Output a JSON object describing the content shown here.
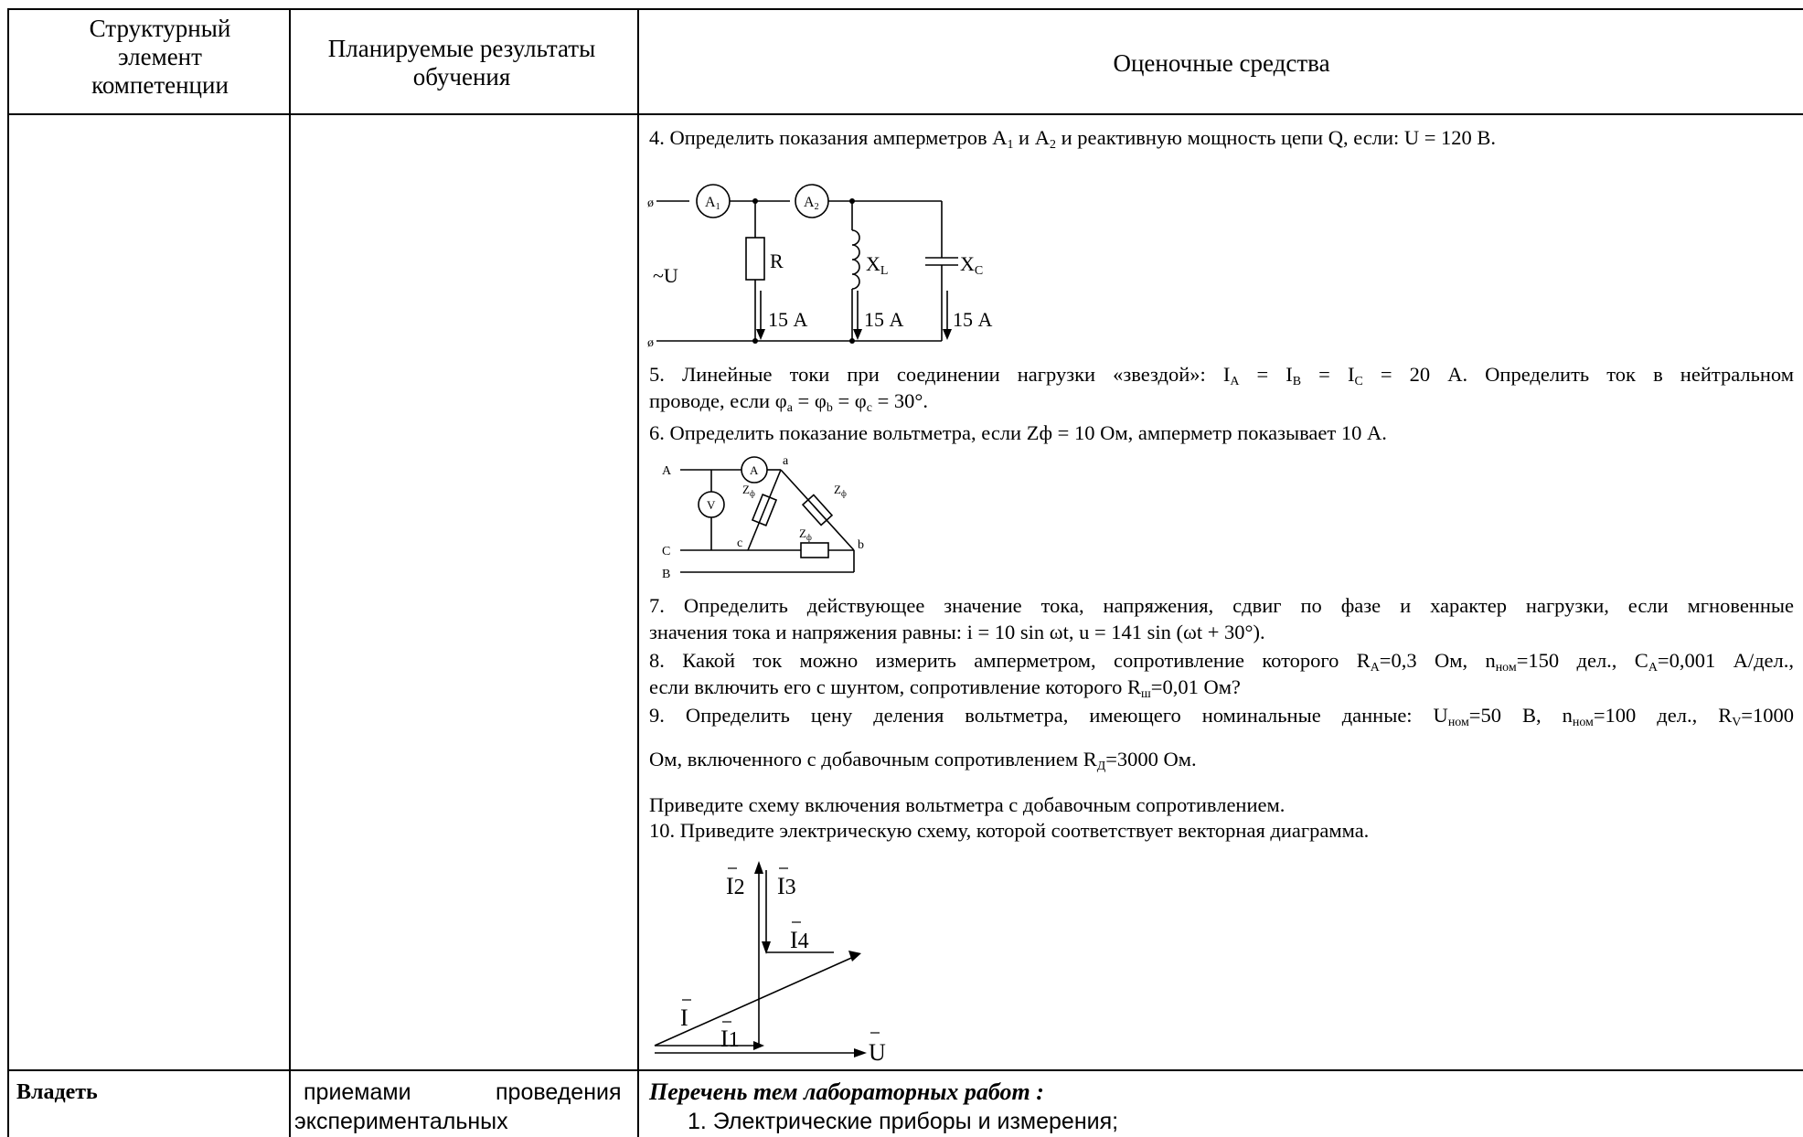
{
  "header": {
    "col1": "Структурный элемент компетенции",
    "col2": "Планируемые результаты обучения",
    "col3": "Оценочные средства"
  },
  "questions": {
    "q4": {
      "text_a": "4. Определить показания амперметров A",
      "text_b": " и A",
      "text_c": " и реактивную мощность цепи Q, если: U = 120 В.",
      "sub1": "1",
      "sub2": "2"
    },
    "circuit1": {
      "a1": "A",
      "a1sub": "1",
      "a2": "A",
      "a2sub": "2",
      "u": "~U",
      "r": "R",
      "xl": "X",
      "xl_sub": "L",
      "xc": "X",
      "xc_sub": "C",
      "i1": "15 А",
      "i2": "15 А",
      "i3": "15 А",
      "terminal": "ø"
    },
    "q5": {
      "line1_a": "5. Линейные токи при соединении нагрузки «звездой»: I",
      "line1_b": " = I",
      "line1_c": " = I",
      "line1_d": " = 20 А. Определить ток в нейтральном",
      "sa": "A",
      "sb": "B",
      "sc": "C",
      "line2_a": "проводе, если φ",
      "line2_b": " = φ",
      "line2_c": " = φ",
      "line2_d": " = 30°.",
      "pa": "a",
      "pb": "b",
      "pc": "c"
    },
    "q6": {
      "a": "6. Определить показание вольтметра, если Zф = 10 Ом, амперметр показывает 10 А."
    },
    "circuit2": {
      "A": "A",
      "B": "B",
      "C": "C",
      "a": "a",
      "b": "b",
      "c": "c",
      "V": "V",
      "Am": "A",
      "Z": "Z",
      "Zsub": "ф"
    },
    "q7": {
      "line1": "7. Определить действующее значение тока, напряжения, сдвиг по фазе и характер нагрузки, если мгновенные",
      "line2": "значения тока и напряжения равны: i = 10 sin ωt, u = 141 sin (ωt + 30°)."
    },
    "q8": {
      "line1_a": "8. Какой ток можно измерить амперметром, сопротивление которого R",
      "ra": "A",
      "line1_b": "=0,3 Ом, n",
      "nom": "ном",
      "line1_c": "=150 дел., C",
      "ca": "A",
      "line1_d": "=0,001 А/дел.,",
      "line2_a": "если включить его с шунтом, сопротивление которого R",
      "rsh": "ш",
      "line2_b": "=0,01 Ом?"
    },
    "q9": {
      "line1_a": "9. Определить цену деления вольтметра, имеющего номинальные данные: U",
      "nom1": "ном",
      "line1_b": "=50 В, n",
      "nom2": "ном",
      "line1_c": "=100 дел., R",
      "rv": "V",
      "line1_d": "=1000",
      "line2_a": "Ом, включенного с добавочным сопротивлением R",
      "rd": "Д",
      "line2_b": "=3000 Ом.",
      "line3": "Приведите схему включения вольтметра с добавочным сопротивлением."
    },
    "q10": {
      "a": "10. Приведите электрическую схему, которой соответствует векторная диаграмма."
    },
    "vector": {
      "i2": "I",
      "i2sub": "2",
      "i3": "I",
      "i3sub": "3",
      "i4": "I",
      "i4sub": "4",
      "i": "I",
      "i1": "I",
      "i1sub": "1",
      "u": "U"
    }
  },
  "row2": {
    "col1": "Владеть",
    "col2_line1_a": "приемами",
    "col2_line1_b": "проведения",
    "col2_line2": "экспериментальных",
    "col3_title": "Перечень тем лабораторных работ :",
    "col3_item1": "1.   Электрические приборы и измерения;"
  }
}
